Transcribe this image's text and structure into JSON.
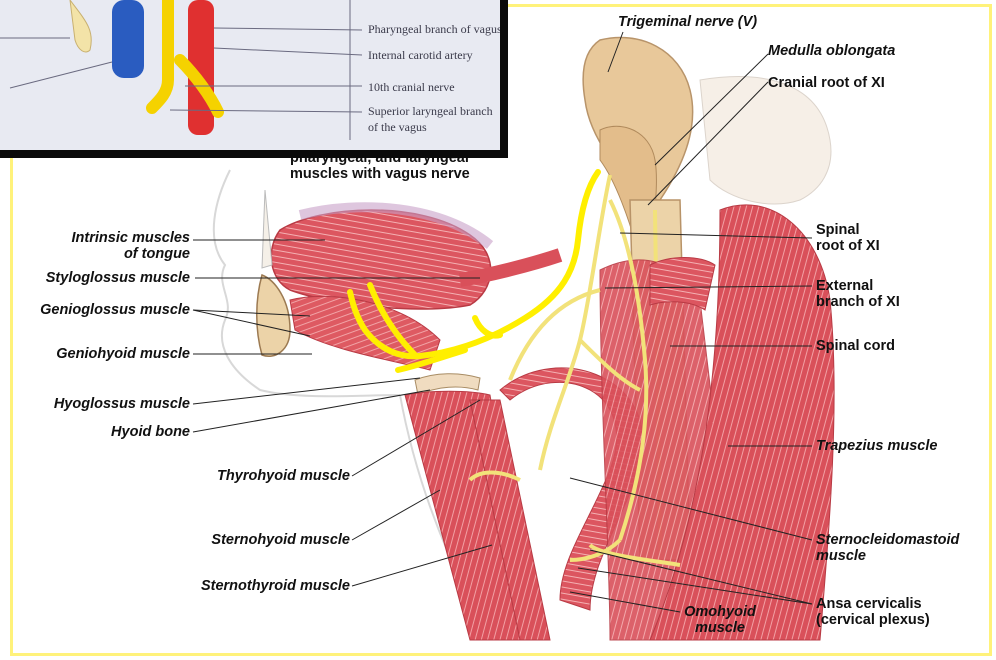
{
  "inset": {
    "labels": {
      "pharyngeal_branch_of_vagus": "Pharyngeal branch of vagus",
      "internal_carotid_artery": "Internal carotid artery",
      "tenth_cranial_nerve": "10th cranial nerve",
      "superior_laryngeal_branch_line1": "Superior laryngeal branch",
      "superior_laryngeal_branch_line2": "of the vagus"
    }
  },
  "labels": {
    "partial_caption_line1": "pharyngeal, and laryngeal",
    "partial_caption_line2": "muscles with vagus nerve",
    "trigeminal_nerve": "Trigeminal nerve (V)",
    "medulla_oblongata": "Medulla oblongata",
    "cranial_root_of_xi": "Cranial root of XI",
    "intrinsic_muscles_line1": "Intrinsic muscles",
    "intrinsic_muscles_line2": "of tongue",
    "styloglossus_muscle": "Styloglossus muscle",
    "genioglossus_muscle": "Genioglossus muscle",
    "geniohyoid_muscle": "Geniohyoid muscle",
    "hyoglossus_muscle": "Hyoglossus muscle",
    "hyoid_bone": "Hyoid bone",
    "thyrohyoid_muscle": "Thyrohyoid muscle",
    "sternohyoid_muscle": "Sternohyoid muscle",
    "sternothyroid_muscle": "Sternothyroid muscle",
    "omohyoid_line1": "Omohyoid",
    "omohyoid_line2": "muscle",
    "spinal_root_line1": "Spinal",
    "spinal_root_line2": "root of XI",
    "external_branch_line1": "External",
    "external_branch_line2": "branch of XI",
    "spinal_cord": "Spinal cord",
    "trapezius_muscle": "Trapezius muscle",
    "sternocleidomastoid_line1": "Sternocleidomastoid",
    "sternocleidomastoid_line2": "muscle",
    "ansa_cervicalis_line1": "Ansa cervicalis",
    "ansa_cervicalis_line2": "(cervical plexus)"
  },
  "colors": {
    "muscle": "#d9505a",
    "muscle_light": "#f0a0a0",
    "nerve": "#f2e27a",
    "bone": "#e8c89a",
    "highlight": "#ffef00",
    "frame": "#fff27a",
    "artery_red": "#e03030",
    "vein_blue": "#2a5cc0"
  }
}
